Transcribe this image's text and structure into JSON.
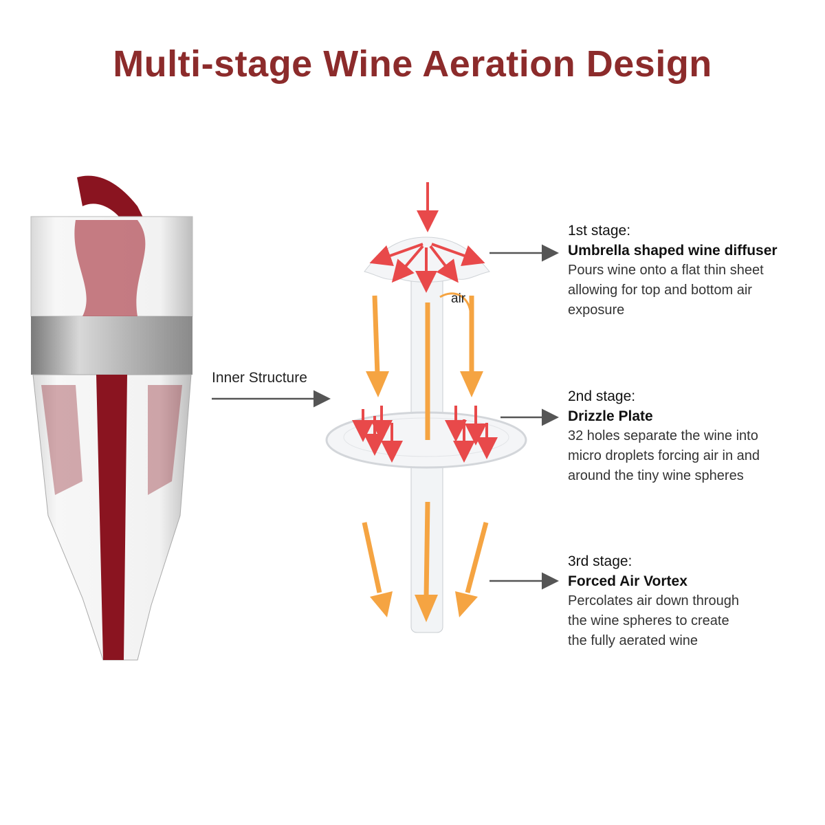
{
  "title": "Multi-stage Wine Aeration Design",
  "inner_structure_label": "Inner Structure",
  "air_label": "air",
  "colors": {
    "title": "#8c2b2b",
    "orange_arrow": "#f5a442",
    "red_arrow": "#e8494a",
    "wine": "#8a1420"
  },
  "stages": [
    {
      "label": "1st stage:",
      "name": "Umbrella shaped wine diffuser",
      "desc": [
        "Pours wine onto a flat thin sheet",
        "allowing for top and bottom air",
        "exposure"
      ]
    },
    {
      "label": "2nd stage:",
      "name": "Drizzle Plate",
      "desc": [
        "32 holes separate the wine into",
        "micro droplets forcing air in and",
        "around the tiny wine spheres"
      ]
    },
    {
      "label": "3rd stage:",
      "name": "Forced Air Vortex",
      "desc": [
        "Percolates air down through",
        "the wine spheres to create",
        "the fully aerated wine"
      ]
    }
  ]
}
